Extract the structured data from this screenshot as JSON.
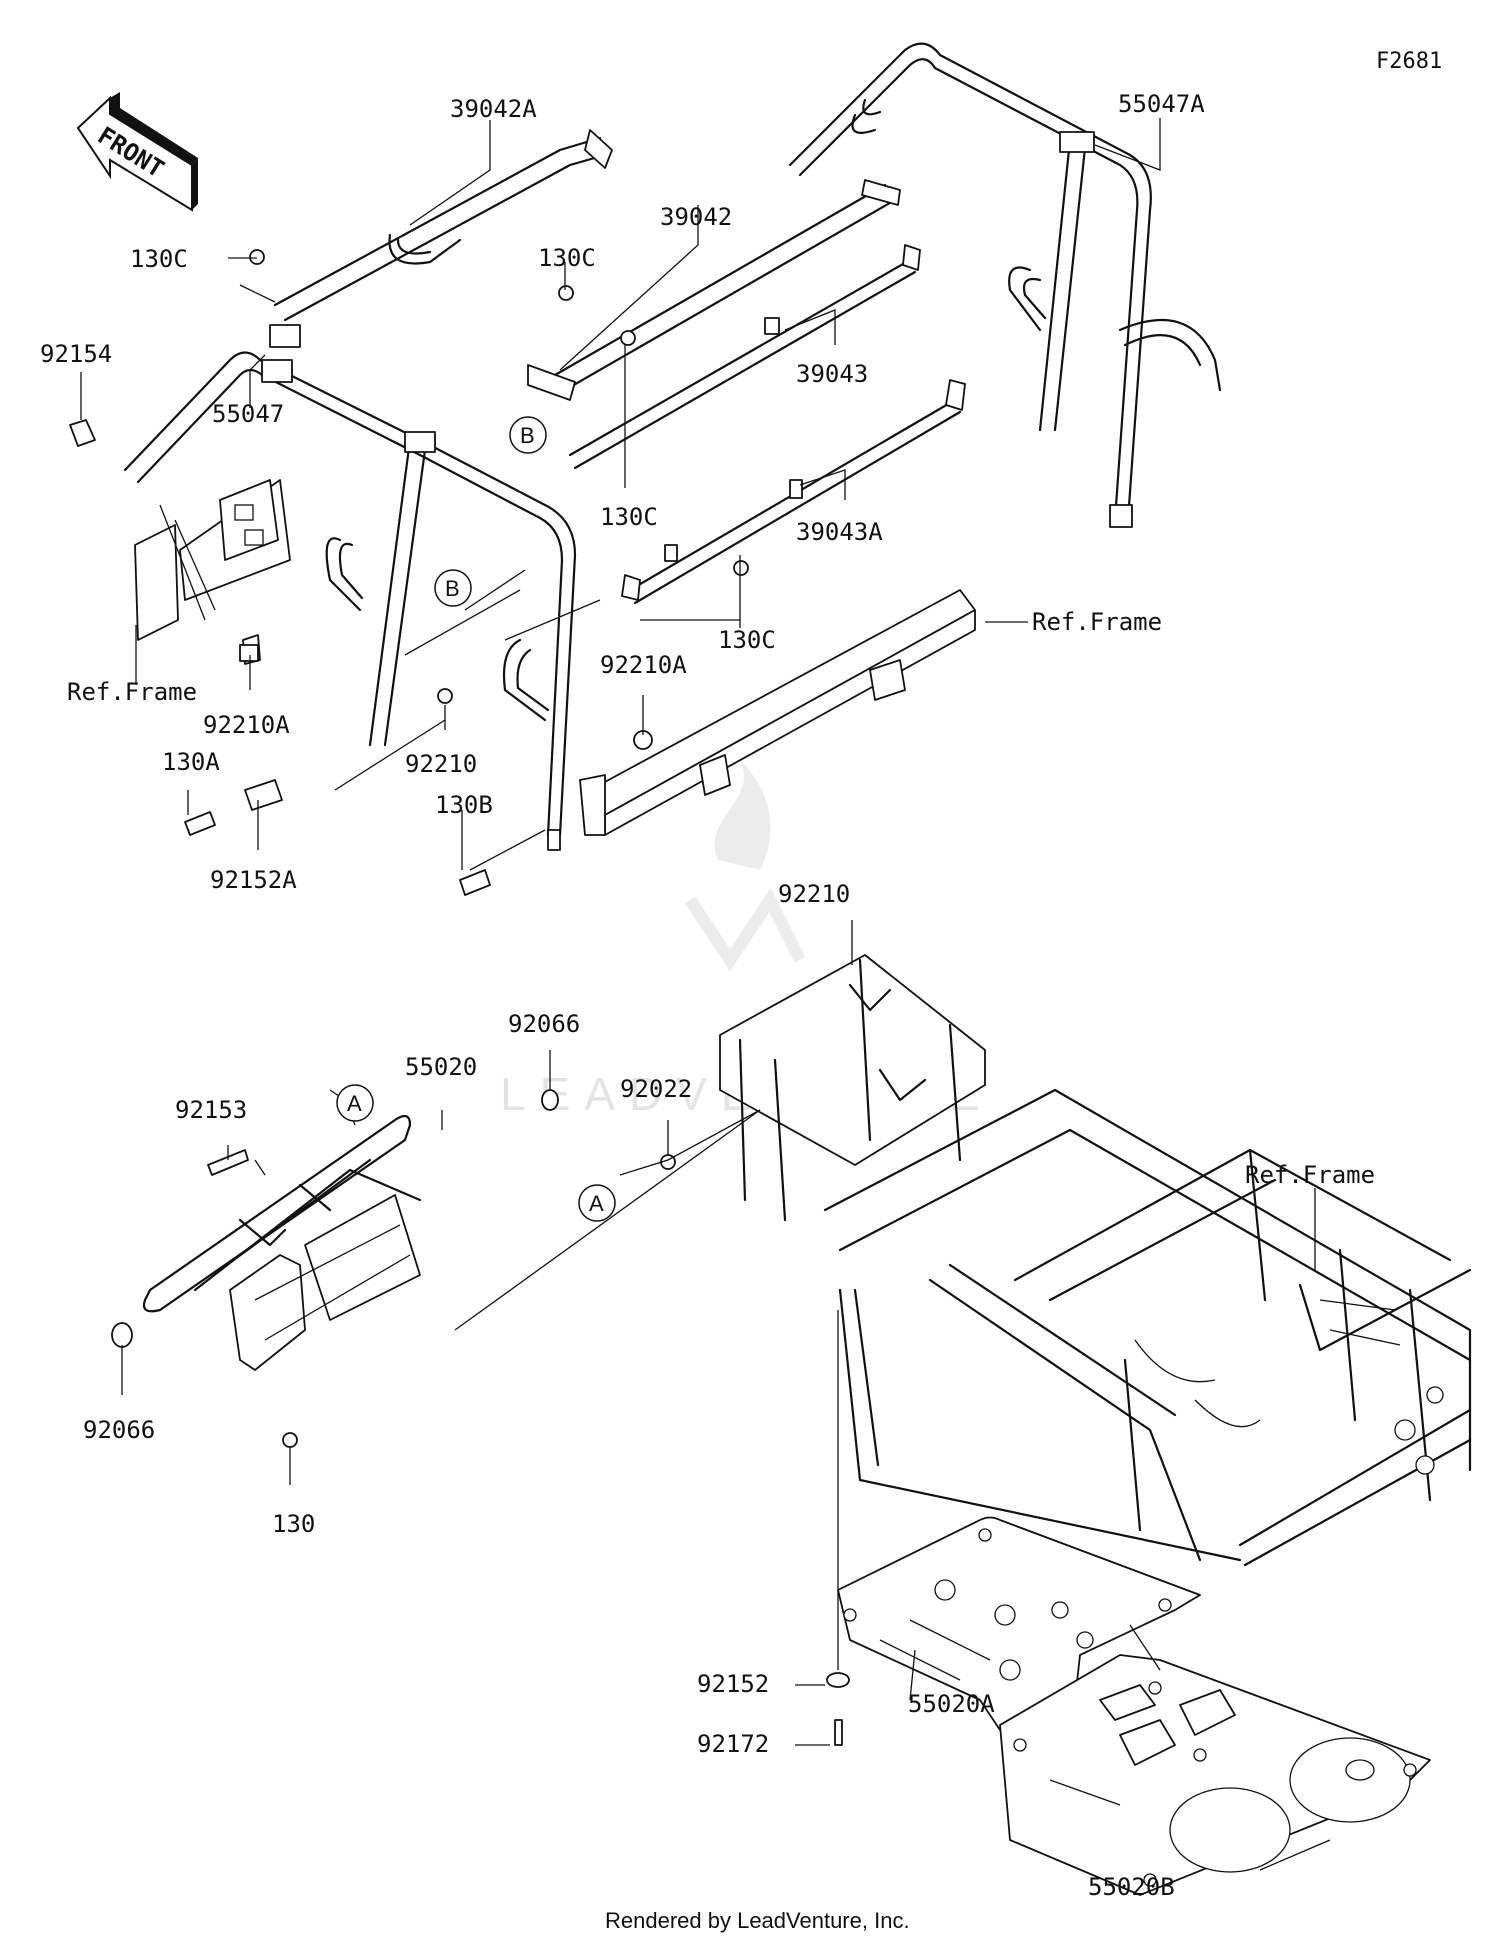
{
  "diagram_code": "F2681",
  "front_label": "FRONT",
  "watermark": "LEADVENTURE",
  "footer": "Rendered by LeadVenture, Inc.",
  "ref_frame": "Ref.Frame",
  "circle_a": "A",
  "circle_b": "B",
  "parts": {
    "p39042A": "39042A",
    "p55047A": "55047A",
    "p130C_1": "130C",
    "p39042": "39042",
    "p130C_2": "130C",
    "p92154": "92154",
    "p39043": "39043",
    "p55047": "55047",
    "p130C_3": "130C",
    "p39043A": "39043A",
    "p130C_4": "130C",
    "p92210A_1": "92210A",
    "p92210A_2": "92210A",
    "p130A": "130A",
    "p92210_1": "92210",
    "p130B": "130B",
    "p92152A": "92152A",
    "p92210_2": "92210",
    "p92066_1": "92066",
    "p55020": "55020",
    "p92153": "92153",
    "p92022": "92022",
    "p92066_2": "92066",
    "p130": "130",
    "p92152": "92152",
    "p55020A": "55020A",
    "p92172": "92172",
    "p55020B": "55020B"
  }
}
